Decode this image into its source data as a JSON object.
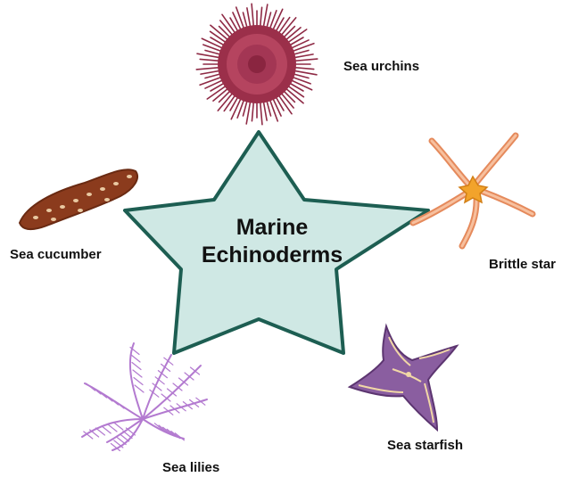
{
  "diagram": {
    "center_title_line1": "Marine",
    "center_title_line2": "Echinoderms",
    "organisms": [
      {
        "label": "Sea urchins",
        "icon": "sea-urchin-icon",
        "color": "#8e2a45"
      },
      {
        "label": "Brittle star",
        "icon": "brittle-star-icon",
        "color": "#f0a77c"
      },
      {
        "label": "Sea starfish",
        "icon": "sea-starfish-icon",
        "color": "#8a5ea0"
      },
      {
        "label": "Sea lilies",
        "icon": "sea-lily-icon",
        "color": "#b37ad0"
      },
      {
        "label": "Sea cucumber",
        "icon": "sea-cucumber-icon",
        "color": "#8b3b1d"
      }
    ],
    "star_fill": "#cfe8e4",
    "star_stroke": "#1d5e52"
  }
}
